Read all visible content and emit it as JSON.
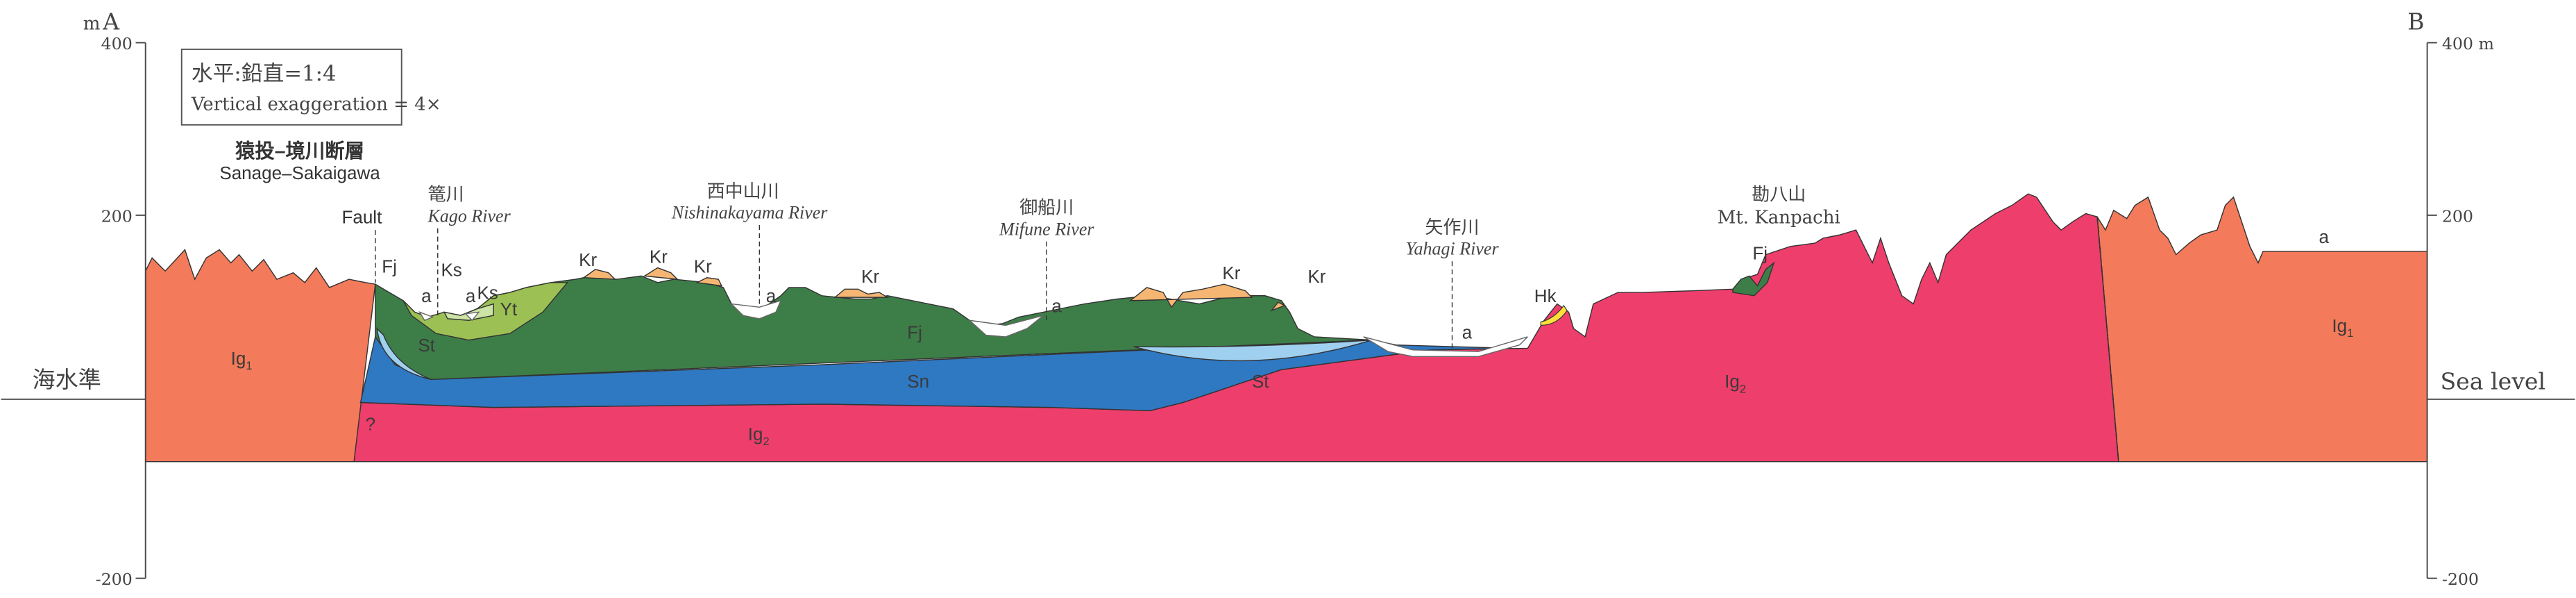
{
  "colors": {
    "Ig1": "#f37a5a",
    "Ig2": "#ee3e6c",
    "Fj": "#3d7e48",
    "Sn": "#2f78c2",
    "St": "#9fd0ef",
    "Kr": "#f6b673",
    "Yt": "#9cc054",
    "Ks": "#cbe3a4",
    "Hk": "#ffe03a",
    "a": "#ffffff"
  },
  "axis_left": {
    "unit": "m",
    "section_end": "A",
    "ticks": [
      "400",
      "200",
      "-200"
    ],
    "sea_level": "海水準"
  },
  "axis_right": {
    "section_end": "B",
    "ticks": [
      "400 m",
      "200",
      "-200"
    ],
    "sea_level": "Sea level"
  },
  "scale_box": {
    "line1": "水平:鉛直=1:4",
    "line2": "Vertical exaggeration = 4×"
  },
  "features": {
    "fault_jp": "猿投–境川断層",
    "fault_en1": "Sanage–Sakaigawa",
    "fault_en2": "Fault",
    "kago_jp": "篭川",
    "kago_en": "Kago River",
    "nishi_jp": "西中山川",
    "nishi_en": "Nishinakayama River",
    "mifune_jp": "御船川",
    "mifune_en": "Mifune River",
    "yahagi_jp": "矢作川",
    "yahagi_en": "Yahagi River",
    "kanpachi_jp": "勘八山",
    "kanpachi_en": "Mt. Kanpachi"
  },
  "units": {
    "Ig1": "Ig",
    "Ig1_sub": "1",
    "Ig2": "Ig",
    "Ig2_sub": "2",
    "Fj": "Fj",
    "Ks": "Ks",
    "Yt": "Yt",
    "Kr": "Kr",
    "St": "St",
    "Sn": "Sn",
    "Hk": "Hk",
    "a": "a",
    "q": "?"
  }
}
